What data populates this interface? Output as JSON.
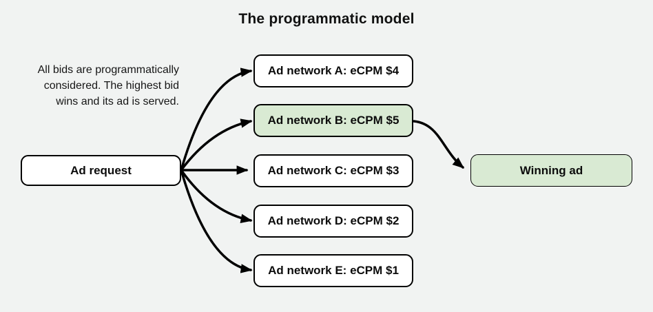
{
  "title": "The programmatic model",
  "description": {
    "lines": [
      "All bids are programmatically",
      "considered. The highest bid",
      "wins and its ad is served."
    ]
  },
  "diagram": {
    "source_node": {
      "label": "Ad request"
    },
    "network_nodes": [
      {
        "label": "Ad network A: eCPM $4",
        "ecpm": 4,
        "highlighted": false
      },
      {
        "label": "Ad network B: eCPM $5",
        "ecpm": 5,
        "highlighted": true
      },
      {
        "label": "Ad network C: eCPM $3",
        "ecpm": 3,
        "highlighted": false
      },
      {
        "label": "Ad network D: eCPM $2",
        "ecpm": 2,
        "highlighted": false
      },
      {
        "label": "Ad network E: eCPM $1",
        "ecpm": 1,
        "highlighted": false
      }
    ],
    "winner_node": {
      "label": "Winning ad"
    }
  },
  "colors": {
    "background": "#f1f3f2",
    "highlight_green": "#d9ead3",
    "node_fill": "#ffffff",
    "node_border": "#000000",
    "arrow": "#000000",
    "text": "#111111"
  }
}
